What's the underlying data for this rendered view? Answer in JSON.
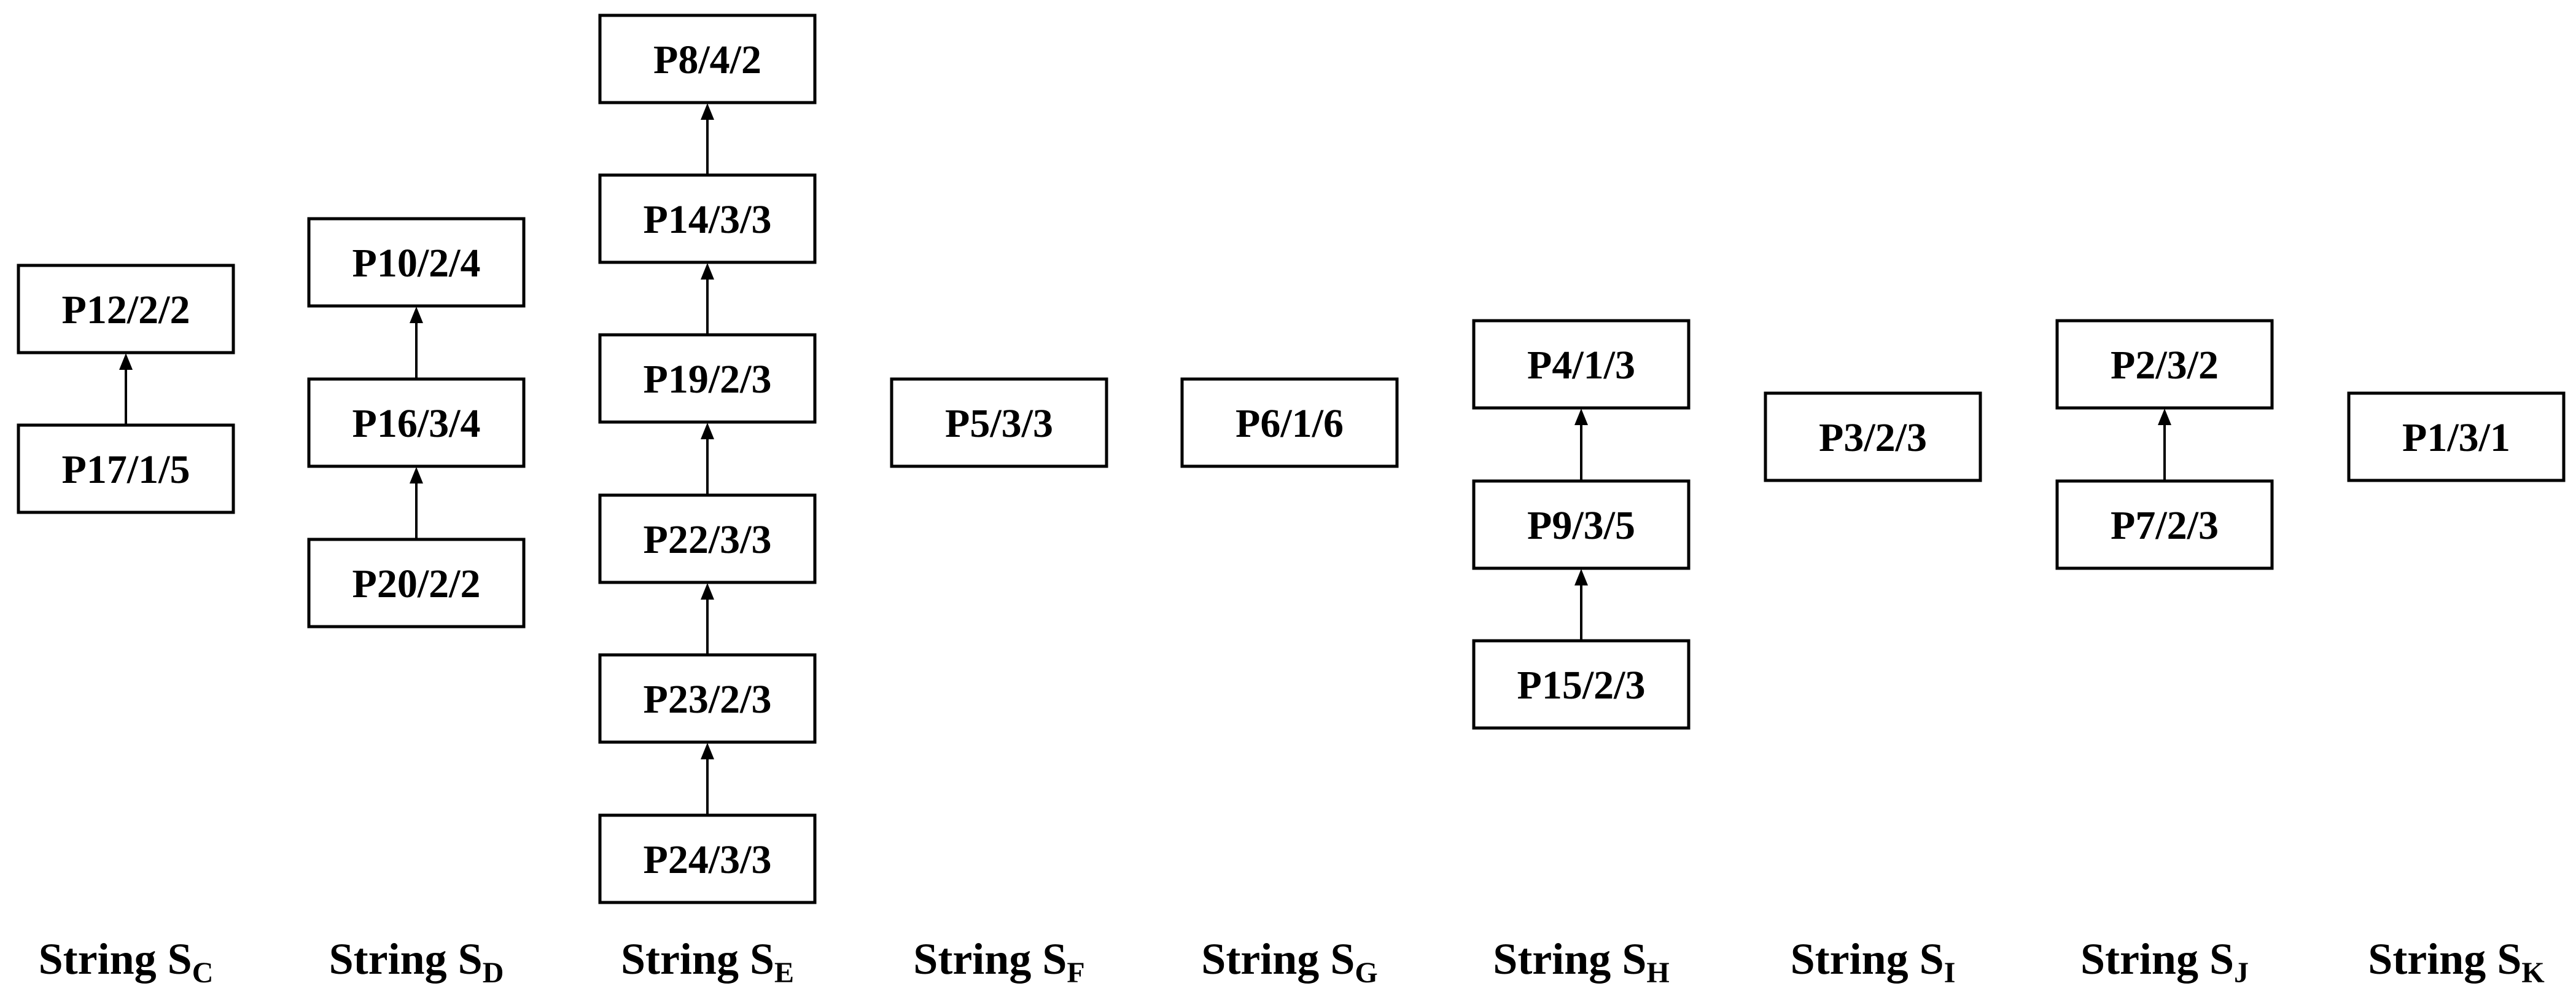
{
  "strings": [
    {
      "label": "String ",
      "symbol": "S",
      "subscript": "C",
      "nodes": [
        "P12/2/2",
        "P17/1/5"
      ]
    },
    {
      "label": "String ",
      "symbol": "S",
      "subscript": "D",
      "nodes": [
        "P10/2/4",
        "P16/3/4",
        "P20/2/2"
      ]
    },
    {
      "label": "String ",
      "symbol": "S",
      "subscript": "E",
      "nodes": [
        "P8/4/2",
        "P14/3/3",
        "P19/2/3",
        "P22/3/3",
        "P23/2/3",
        "P24/3/3"
      ]
    },
    {
      "label": "String ",
      "symbol": "S",
      "subscript": "F",
      "nodes": [
        "P5/3/3"
      ]
    },
    {
      "label": "String ",
      "symbol": "S",
      "subscript": "G",
      "nodes": [
        "P6/1/6"
      ]
    },
    {
      "label": "String ",
      "symbol": "S",
      "subscript": "H",
      "nodes": [
        "P4/1/3",
        "P9/3/5",
        "P15/2/3"
      ]
    },
    {
      "label": "String ",
      "symbol": "S",
      "subscript": "I",
      "nodes": [
        "P3/2/3"
      ]
    },
    {
      "label": "String ",
      "symbol": "S",
      "subscript": "J",
      "nodes": [
        "P2/3/2",
        "P7/2/3"
      ]
    },
    {
      "label": "String ",
      "symbol": "S",
      "subscript": "K",
      "nodes": [
        "P1/3/1"
      ]
    }
  ]
}
